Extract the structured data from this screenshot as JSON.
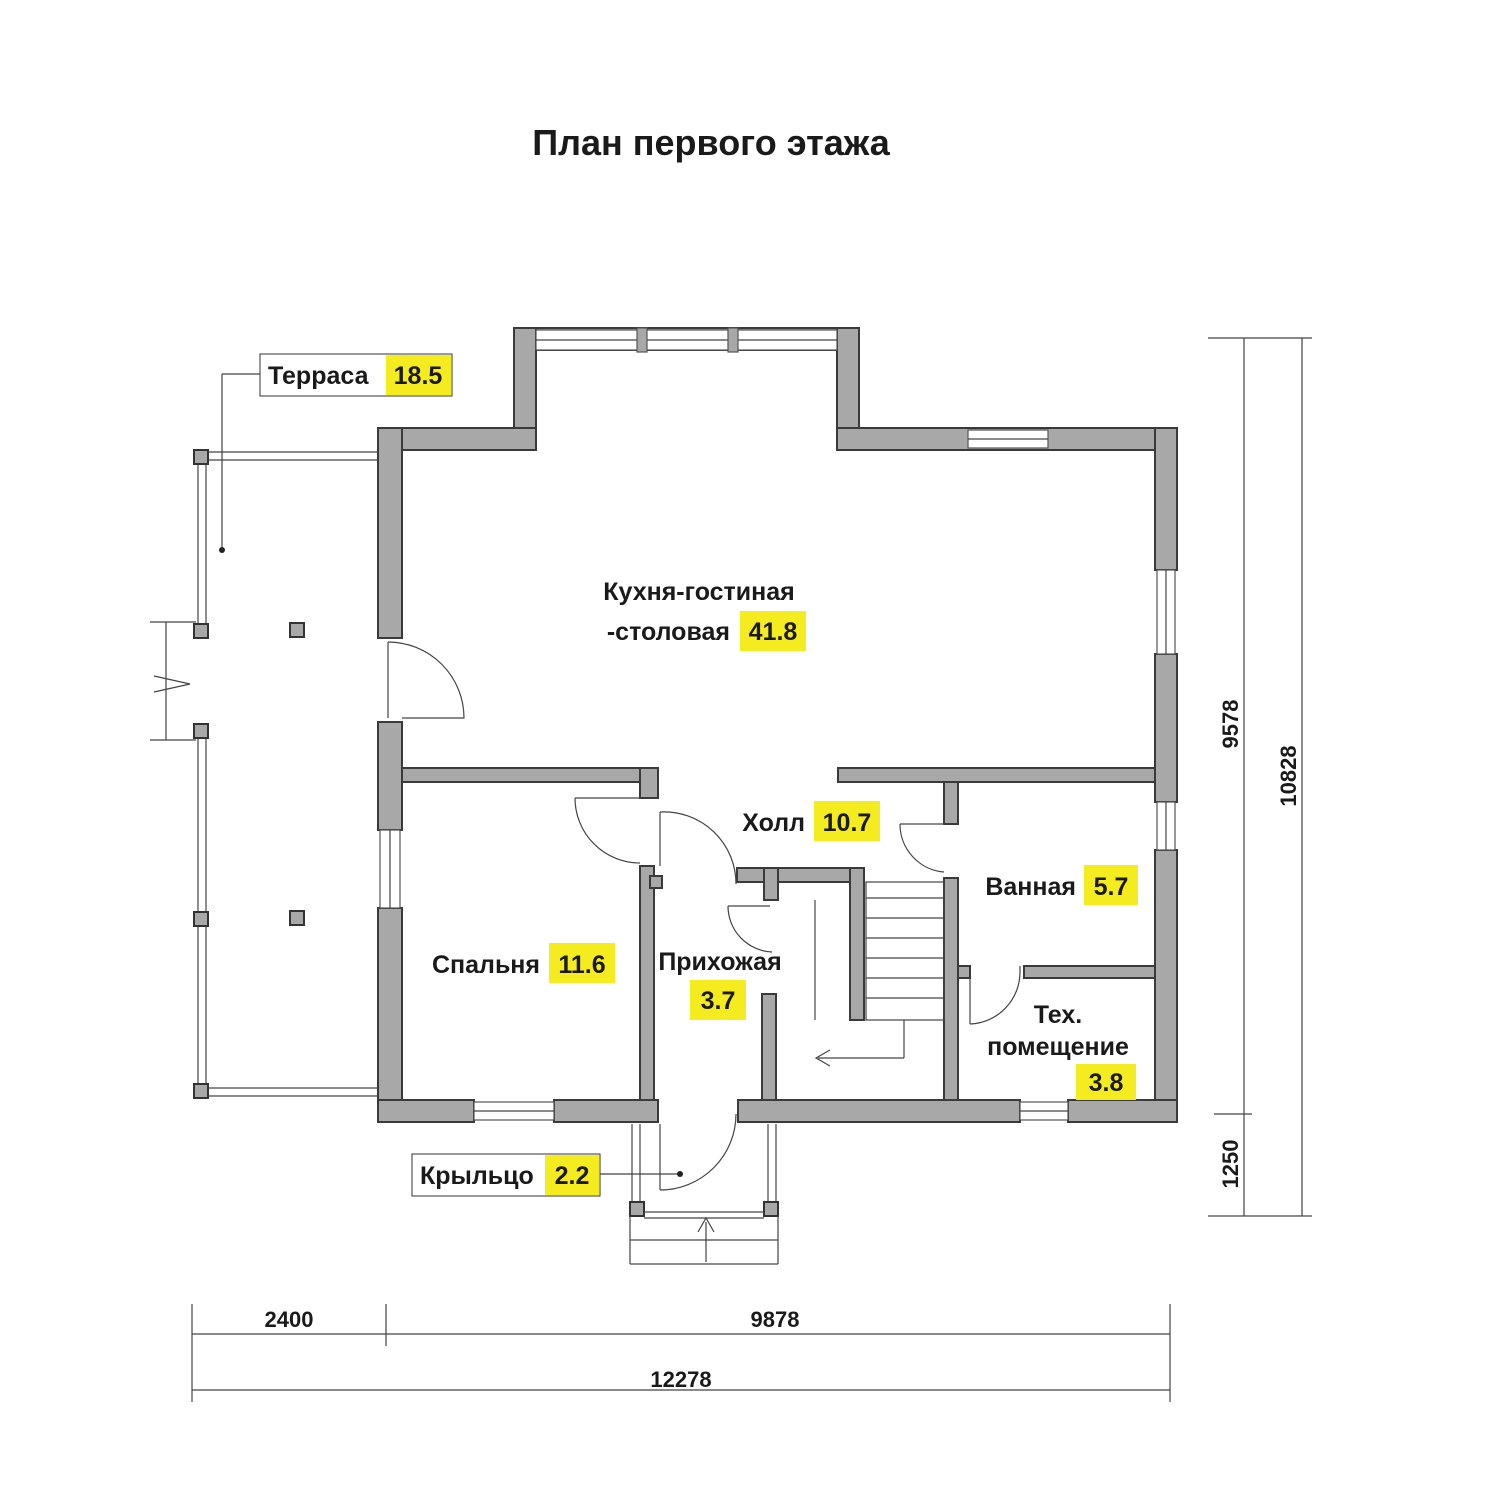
{
  "title": "План первого этажа",
  "rooms": {
    "terrace": {
      "name": "Терраса",
      "area": "18.5"
    },
    "kitchen_living": {
      "name_line1": "Кухня-гостиная",
      "name_line2": "-столовая",
      "area": "41.8"
    },
    "hall": {
      "name": "Холл",
      "area": "10.7"
    },
    "bathroom": {
      "name": "Ванная",
      "area": "5.7"
    },
    "bedroom": {
      "name": "Спальня",
      "area": "11.6"
    },
    "entrance_hall": {
      "name": "Прихожая",
      "area": "3.7"
    },
    "utility": {
      "name_line1": "Тех.",
      "name_line2": "помещение",
      "area": "3.8"
    },
    "porch": {
      "name": "Крыльцо",
      "area": "2.2"
    }
  },
  "dimensions": {
    "bottom_left": "2400",
    "bottom_right": "9878",
    "bottom_total": "12278",
    "right_inner": "9578",
    "right_outer": "10828",
    "right_porch": "1250"
  },
  "colors": {
    "wall_fill": "#a8a8a8",
    "area_highlight": "#f4ec1f"
  }
}
